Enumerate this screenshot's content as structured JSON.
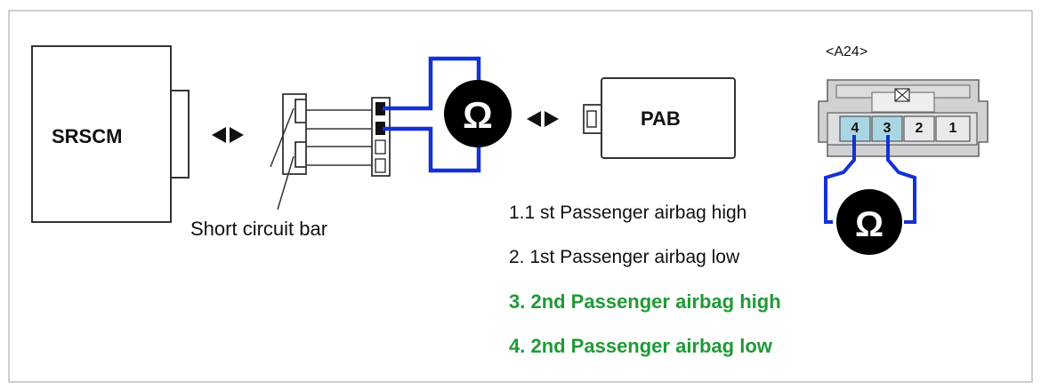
{
  "components": {
    "srscm_label": "SRSCM",
    "pab_label": "PAB",
    "short_circuit_bar_label": "Short circuit bar"
  },
  "connector": {
    "id": "<A24>",
    "pins": [
      "4",
      "3",
      "2",
      "1"
    ]
  },
  "legend": [
    {
      "text": "1.1 st Passenger airbag high",
      "highlight": false
    },
    {
      "text": "2. 1st Passenger airbag low",
      "highlight": false
    },
    {
      "text": "3. 2nd Passenger airbag high",
      "highlight": true
    },
    {
      "text": "4. 2nd Passenger airbag low",
      "highlight": true
    }
  ],
  "meter_icon": "ohmmeter-icon",
  "colors": {
    "wire_blue": "#1530d6",
    "highlight_green": "#1f9a35",
    "pin_cell": "#a9d6e3",
    "connector_gray": "#cfd1d3",
    "meter_black": "#000000"
  }
}
